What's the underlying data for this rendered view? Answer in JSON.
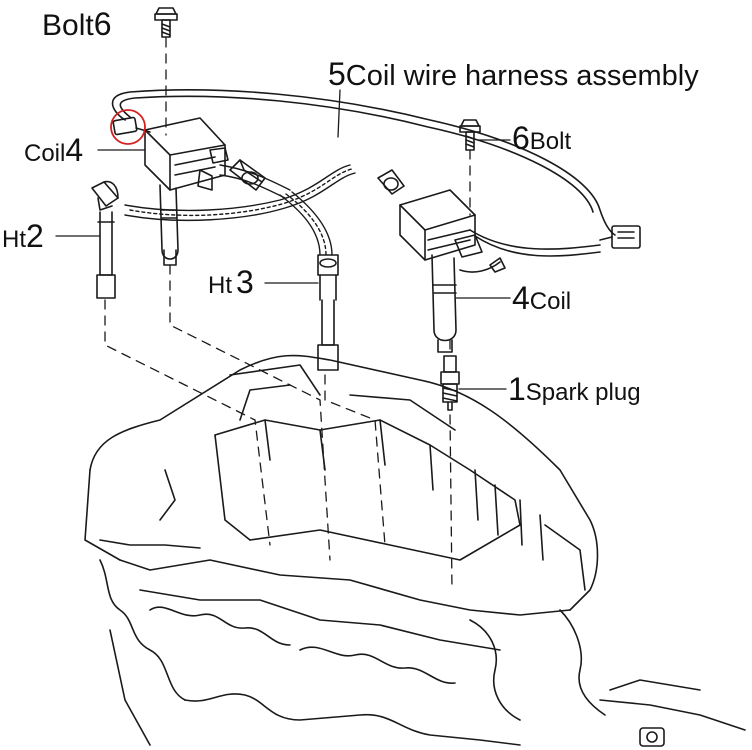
{
  "labels": {
    "bolt_top": {
      "text": "Bolt",
      "num": "6"
    },
    "harness": {
      "num": "5",
      "text": "Coil wire harness assembly"
    },
    "bolt_right": {
      "num": "6",
      "text": "Bolt"
    },
    "coil_left": {
      "text": "Coil",
      "num": "4"
    },
    "ht_left": {
      "text": "Ht",
      "num": "2"
    },
    "ht_center": {
      "text": "Ht",
      "num": "3"
    },
    "coil_right": {
      "num": "4",
      "text": "Coil"
    },
    "spark_plug": {
      "num": "1",
      "text": "Spark plug"
    }
  },
  "colors": {
    "line": "#1a1a1a",
    "highlight": "#d42020"
  }
}
